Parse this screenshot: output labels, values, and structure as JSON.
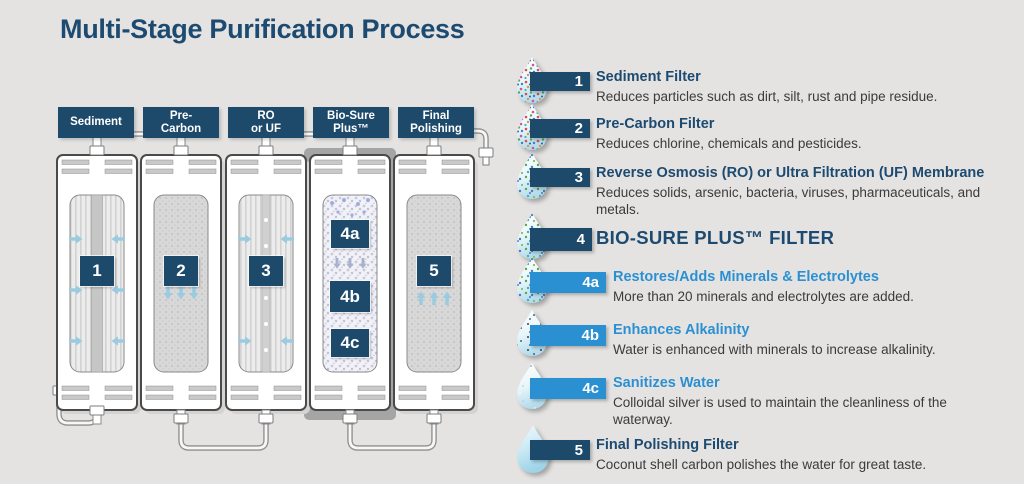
{
  "title": "Multi-Stage Purification Process",
  "colors": {
    "background": "#e4e3e2",
    "navy": "#1d4a6b",
    "bright_blue": "#2b90d2",
    "arrow_blue": "#9ccbe0",
    "body_text": "#3b3b3b"
  },
  "diagram": {
    "stage_labels": [
      "Sediment",
      "Pre-\nCarbon",
      "RO\nor UF",
      "Bio-Sure\nPlus™",
      "Final\nPolishing"
    ],
    "badges": {
      "stage1": "1",
      "stage2": "2",
      "stage3": "3",
      "stage4a": "4a",
      "stage4b": "4b",
      "stage4c": "4c",
      "stage5": "5"
    }
  },
  "legend": {
    "items": [
      {
        "number": "1",
        "icon": "speckled-multicolor-droplet-icon",
        "title": "Sediment Filter",
        "description": "Reduces particles such as dirt, silt, rust and pipe residue."
      },
      {
        "number": "2",
        "icon": "speckled-multicolor-droplet-icon",
        "title": "Pre-Carbon Filter",
        "description": "Reduces chlorine, chemicals and pesticides."
      },
      {
        "number": "3",
        "icon": "speckled-greenblue-droplet-icon",
        "title": "Reverse Osmosis (RO) or Ultra Filtration (UF) Membrane",
        "description": "Reduces solids, arsenic, bacteria, viruses, pharmaceuticals, and metals."
      },
      {
        "number": "4",
        "icon": "speckled-greenblue-droplet-icon",
        "title": "BIO-SURE PLUS™ FILTER",
        "description": ""
      },
      {
        "number": "4a",
        "icon": "speckled-greenblue-droplet-icon",
        "title": "Restores/Adds Minerals & Electrolytes",
        "description": "More than 20 minerals and electrolytes are added."
      },
      {
        "number": "4b",
        "icon": "speckled-dark-droplet-icon",
        "title": "Enhances Alkalinity",
        "description": "Water is enhanced with minerals to increase alkalinity."
      },
      {
        "number": "4c",
        "icon": "speckled-light-droplet-icon",
        "title": "Sanitizes Water",
        "description": "Colloidal silver is used to maintain the cleanliness of the waterway."
      },
      {
        "number": "5",
        "icon": "clean-droplet-icon",
        "title": "Final Polishing Filter",
        "description": "Coconut shell carbon polishes the water for great taste."
      }
    ]
  }
}
